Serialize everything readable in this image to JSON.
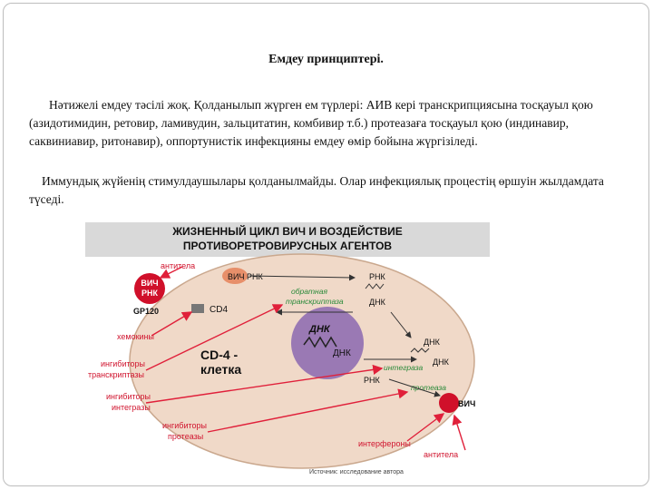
{
  "slide": {
    "title": "Емдеу принциптері.",
    "paragraphs": [
      "Нәтижелі емдеу тәсілі жоқ. Қолданылып жүрген ем түрлері: АИВ кері транскрипциясына тосқауыл қою (азидотимидин, ретовир, ламивудин, зальцитатин, комбивир т.б.) протеазаға тосқауыл қою (индинавир, саквиниавир, ритонавир), оппортунистік инфекцияны емдеу өмір бойына жүргізіледі.",
      "Иммундық жүйенің стимулдаушылары қолданылмайды. Олар инфекциялық процестің өршуін жылдамдата түседі."
    ]
  },
  "diagram": {
    "title_line1": "ЖИЗНЕННЫЙ ЦИКЛ ВИЧ И ВОЗДЕЙСТВИЕ",
    "title_line2": "ПРОТИВОРЕТРОВИРУСНЫХ АГЕНТОВ",
    "labels": {
      "antitela_top": "антитела",
      "vich_rnk_1": "ВИЧ",
      "vich_rnk_2": "РНК",
      "gp120": "GP120",
      "cd4": "CD4",
      "vich_rnk_top": "ВИЧ РНК",
      "rnk_right": "РНК",
      "dnk_right": "ДНК",
      "obratnaya_1": "обратная",
      "obratnaya_2": "транскриптаза",
      "dnk_nucleus": "ДНК",
      "dnk_nucleus_2": "ДНК",
      "dnk_r1": "ДНК",
      "dnk_r2": "ДНК",
      "integraza": "интеграза",
      "rnk_bottom": "РНК",
      "proteaza": "протеаза",
      "vich_bottom": "ВИЧ",
      "cell_1": "CD-4 -",
      "cell_2": "клетка",
      "hemokiny": "хемокины",
      "ing_trans_1": "ингибиторы",
      "ing_trans_2": "транскриптазы",
      "ing_int_1": "ингибиторы",
      "ing_int_2": "интегразы",
      "ing_prot_1": "ингибиторы",
      "ing_prot_2": "протеазы",
      "interferony": "интерфероны",
      "antitela_bottom": "антитела",
      "source": "Источник: исследование автора"
    },
    "colors": {
      "cell_fill": "#f0d9c8",
      "nucleus_fill": "#9a79b4",
      "virus_red": "#d0102a",
      "virus_orange": "#e78f6a",
      "arrow_red": "#e0203a",
      "label_red": "#d0142e",
      "label_green": "#2a8a3a"
    }
  }
}
